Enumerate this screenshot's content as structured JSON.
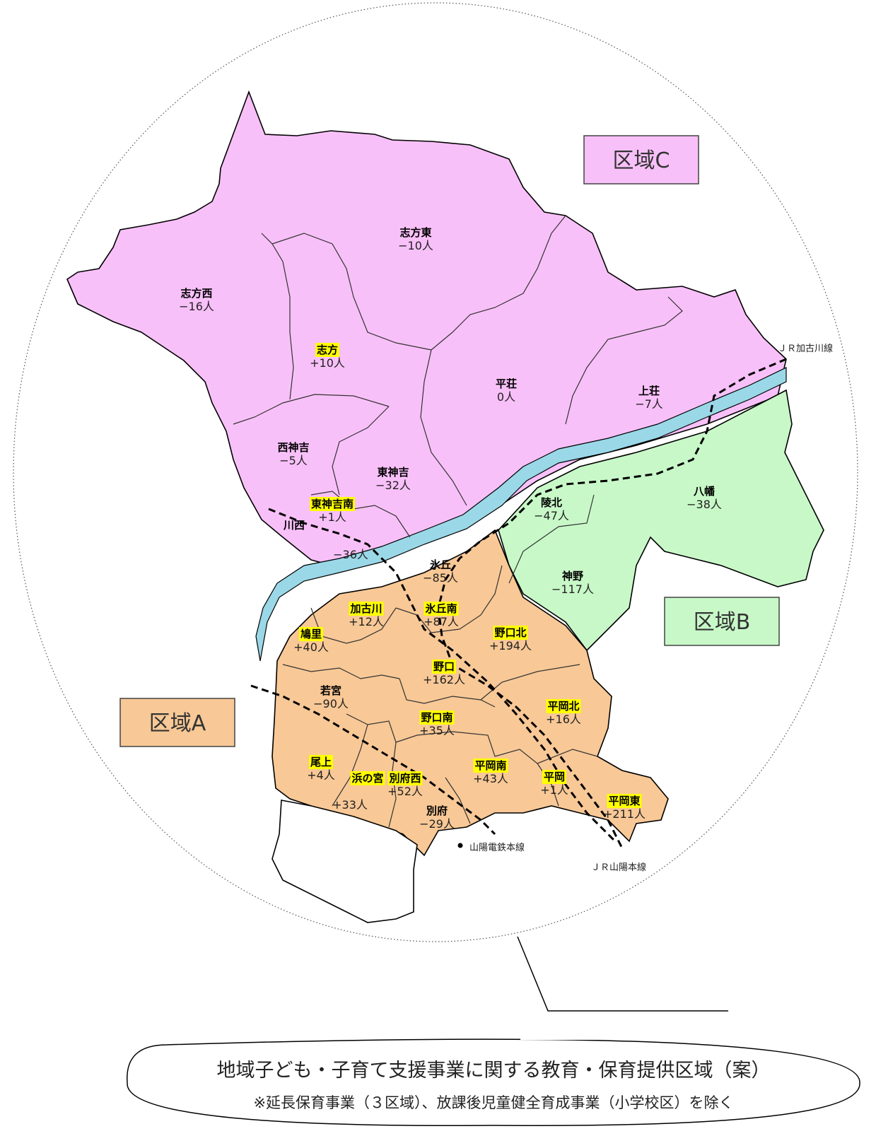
{
  "zones": {
    "A": {
      "label": "区域A",
      "color": "#f8c896"
    },
    "B": {
      "label": "区域B",
      "color": "#c8f8c8"
    },
    "C": {
      "label": "区域C",
      "color": "#f8c0f8"
    }
  },
  "river_color": "#9ad8e8",
  "highlight_color": "#ffff00",
  "districts": [
    {
      "name": "志方東",
      "value": "−10人",
      "zone": "C",
      "highlight": false
    },
    {
      "name": "志方西",
      "value": "−16人",
      "zone": "C",
      "highlight": false
    },
    {
      "name": "志方",
      "value": "+10人",
      "zone": "C",
      "highlight": true
    },
    {
      "name": "平荘",
      "value": "0人",
      "zone": "C",
      "highlight": false
    },
    {
      "name": "上荘",
      "value": "−7人",
      "zone": "C",
      "highlight": false
    },
    {
      "name": "西神吉",
      "value": "−5人",
      "zone": "C",
      "highlight": false
    },
    {
      "name": "東神吉",
      "value": "−32人",
      "zone": "C",
      "highlight": false
    },
    {
      "name": "東神吉南",
      "value": "+1人",
      "zone": "C",
      "highlight": true
    },
    {
      "name": "川西",
      "value": "−36人",
      "zone": "C",
      "highlight": false
    },
    {
      "name": "八幡",
      "value": "−38人",
      "zone": "B",
      "highlight": false
    },
    {
      "name": "陵北",
      "value": "−47人",
      "zone": "B",
      "highlight": false
    },
    {
      "name": "神野",
      "value": "−117人",
      "zone": "B",
      "highlight": false
    },
    {
      "name": "氷丘",
      "value": "−85人",
      "zone": "A",
      "highlight": false
    },
    {
      "name": "加古川",
      "value": "+12人",
      "zone": "A",
      "highlight": true
    },
    {
      "name": "氷丘南",
      "value": "+87人",
      "zone": "A",
      "highlight": true
    },
    {
      "name": "野口北",
      "value": "+194人",
      "zone": "A",
      "highlight": true
    },
    {
      "name": "鳩里",
      "value": "+40人",
      "zone": "A",
      "highlight": true
    },
    {
      "name": "野口",
      "value": "+162人",
      "zone": "A",
      "highlight": true
    },
    {
      "name": "若宮",
      "value": "−90人",
      "zone": "A",
      "highlight": false
    },
    {
      "name": "平岡北",
      "value": "+16人",
      "zone": "A",
      "highlight": true
    },
    {
      "name": "野口南",
      "value": "+35人",
      "zone": "A",
      "highlight": true
    },
    {
      "name": "尾上",
      "value": "+4人",
      "zone": "A",
      "highlight": true
    },
    {
      "name": "浜の宮",
      "value": "+33人",
      "zone": "A",
      "highlight": true
    },
    {
      "name": "別府西",
      "value": "+52人",
      "zone": "A",
      "highlight": true
    },
    {
      "name": "平岡南",
      "value": "+43人",
      "zone": "A",
      "highlight": true
    },
    {
      "name": "平岡",
      "value": "+1人",
      "zone": "A",
      "highlight": true
    },
    {
      "name": "別府",
      "value": "−29人",
      "zone": "A",
      "highlight": false
    },
    {
      "name": "平岡東",
      "value": "+211人",
      "zone": "A",
      "highlight": true
    }
  ],
  "rail_lines": {
    "kakogawa": "ＪＲ加古川線",
    "sanyo_dentetsu": "山陽電鉄本線",
    "jr_sanyo": "ＪＲ山陽本線"
  },
  "callout": {
    "line1": "地域子ども・子育て支援事業に関する教育・保育提供区域（案）",
    "line2": "※延長保育事業（３区域）、放課後児童健全育成事業（小学校区）を除く"
  }
}
